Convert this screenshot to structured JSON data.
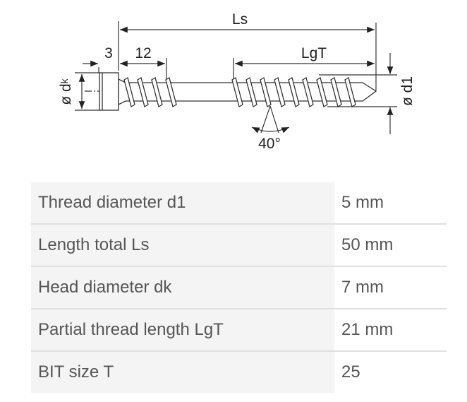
{
  "drawing": {
    "labels": {
      "ls": "Ls",
      "lgt": "LgT",
      "three": "3",
      "twelve": "12",
      "dk_symbol": "ø d",
      "dk_sub": "k",
      "d1": "ø d1",
      "angle": "40°"
    }
  },
  "specs": [
    {
      "label": "Thread diameter d1",
      "value": "5 mm"
    },
    {
      "label": "Length total Ls",
      "value": "50 mm"
    },
    {
      "label": "Head diameter dk",
      "value": "7 mm"
    },
    {
      "label": "Partial thread length LgT",
      "value": "21 mm"
    },
    {
      "label": "BIT size T",
      "value": "25"
    }
  ]
}
